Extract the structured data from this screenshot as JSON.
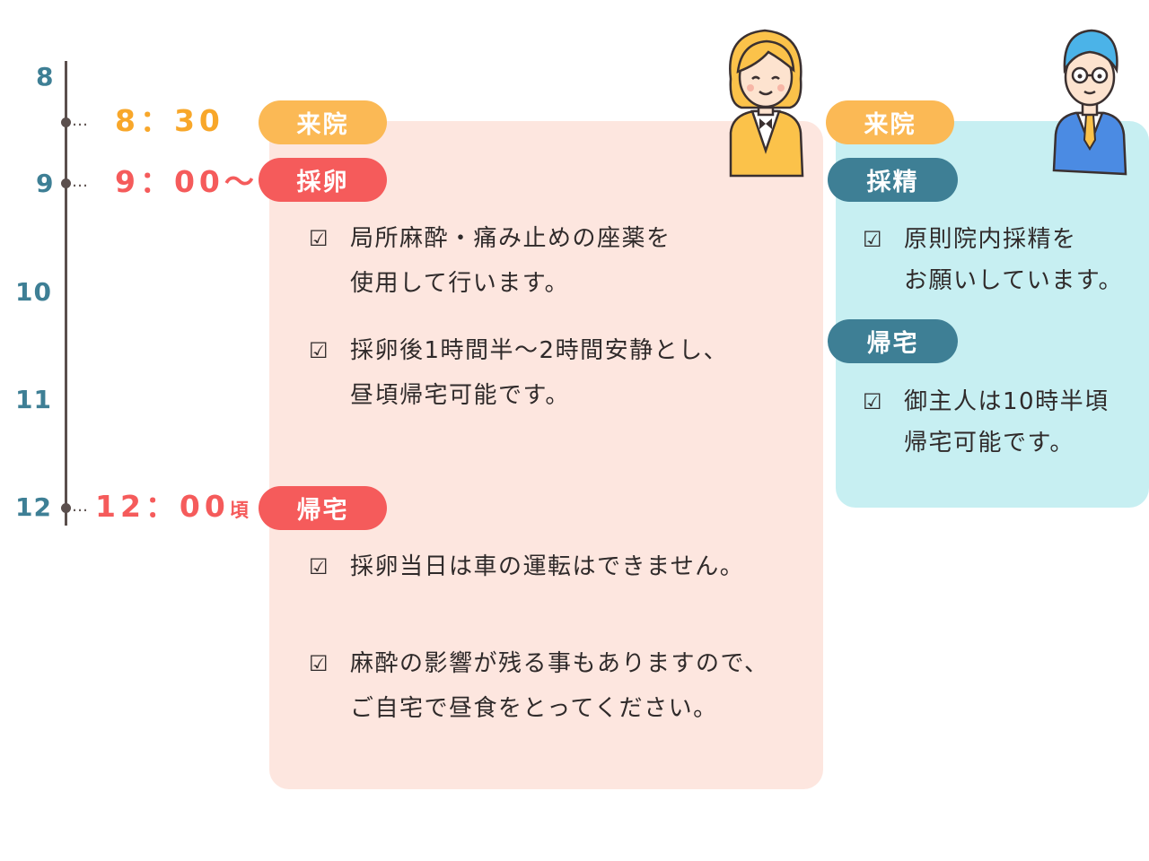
{
  "timeline": {
    "hours": [
      "8",
      "9",
      "10",
      "11",
      "12"
    ],
    "times": {
      "t830": "8：30",
      "t900": "9：00～",
      "t1200": "12：00",
      "t1200_suffix": "頃"
    }
  },
  "wife": {
    "arrival": "来院",
    "egg_retrieval": {
      "label": "採卵",
      "items": [
        [
          "局所麻酔・痛み止めの座薬を",
          "使用して行います。"
        ],
        [
          "採卵後1時間半～2時間安静とし、",
          "昼頃帰宅可能です。"
        ]
      ]
    },
    "return_home": {
      "label": "帰宅",
      "items": [
        [
          "採卵当日は車の運転はできません。"
        ],
        [
          "麻酔の影響が残る事もありますので、",
          "ご自宅で昼食をとってください。"
        ]
      ]
    }
  },
  "husband": {
    "arrival": "来院",
    "sperm_collection": {
      "label": "採精",
      "items": [
        [
          "原則院内採精を",
          "お願いしています。"
        ]
      ]
    },
    "return_home": {
      "label": "帰宅",
      "items": [
        [
          "御主人は10時半頃",
          "帰宅可能です。"
        ]
      ]
    }
  },
  "check_symbol": "☑",
  "colors": {
    "orange": "#f8a72a",
    "red": "#f55b5b",
    "teal": "#3e7f95",
    "pink_bg": "#fde6df",
    "blue_bg": "#c7eff2",
    "arrival_pill": "#fbb955"
  },
  "icons": {
    "woman": "woman-avatar-icon",
    "man": "man-avatar-icon",
    "check": "checkbox-icon"
  }
}
